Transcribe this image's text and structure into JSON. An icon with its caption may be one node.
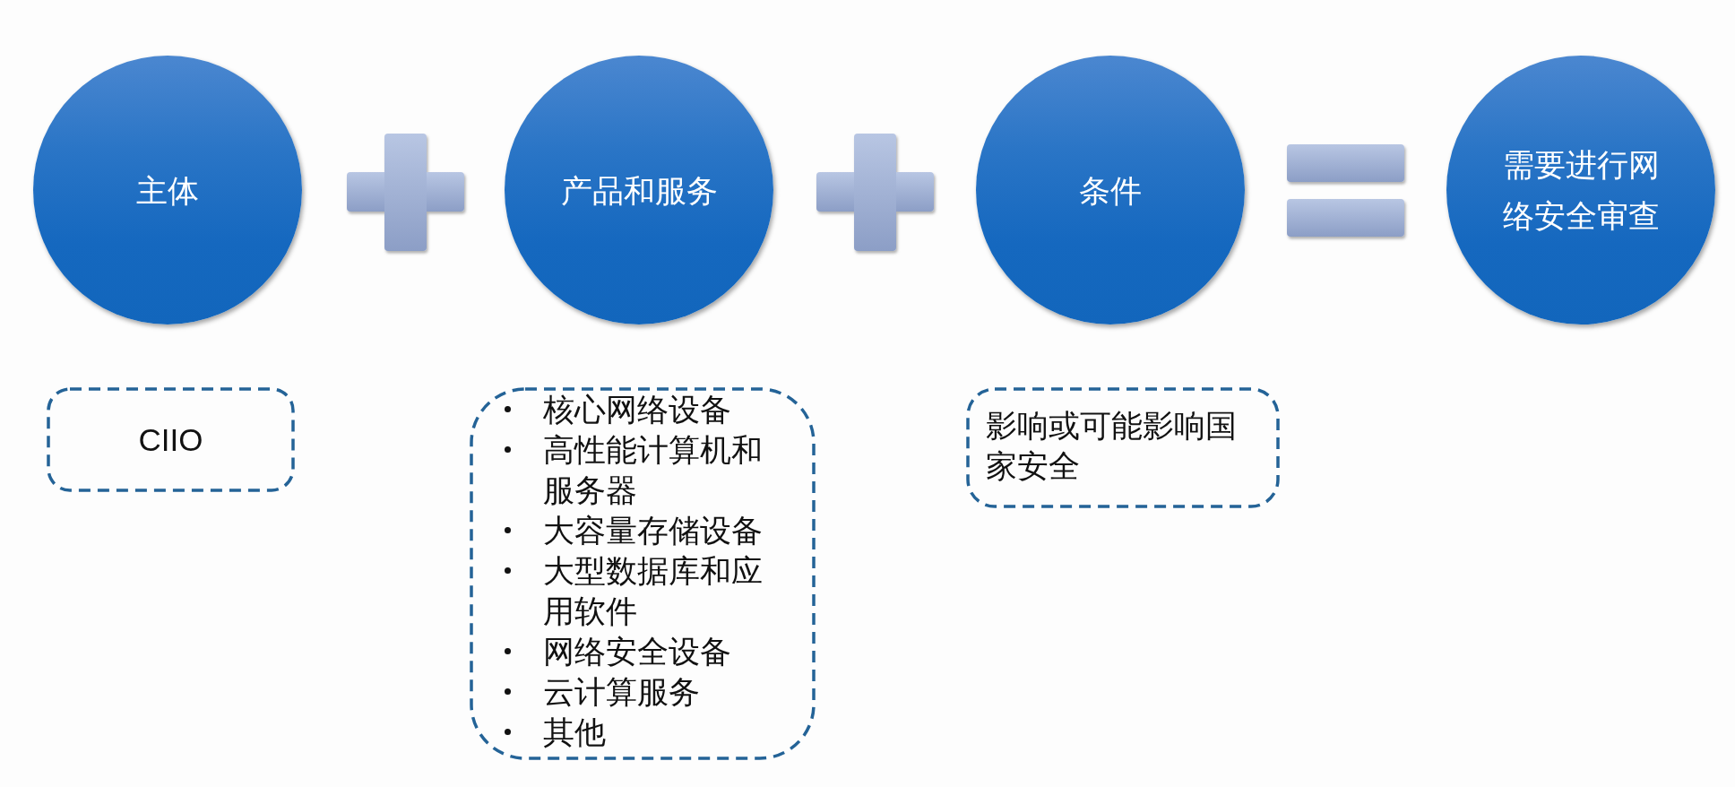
{
  "diagram": {
    "nodes": [
      {
        "text": [
          "主体"
        ]
      },
      {
        "text": [
          "产品和服务"
        ]
      },
      {
        "text": [
          "条件"
        ]
      },
      {
        "text": [
          "需要进行网络安全审查"
        ]
      },
      {
        "text": [
          "CIIO"
        ]
      },
      {
        "text": [
          "核心网络设备",
          "高性能计算机和服务器",
          "大容量存储设备",
          "大型数据库和应用软件",
          "网络安全设备",
          "云计算服务",
          "其他"
        ]
      },
      {
        "text": [
          "影响或可能影响国家安全"
        ]
      }
    ]
  }
}
